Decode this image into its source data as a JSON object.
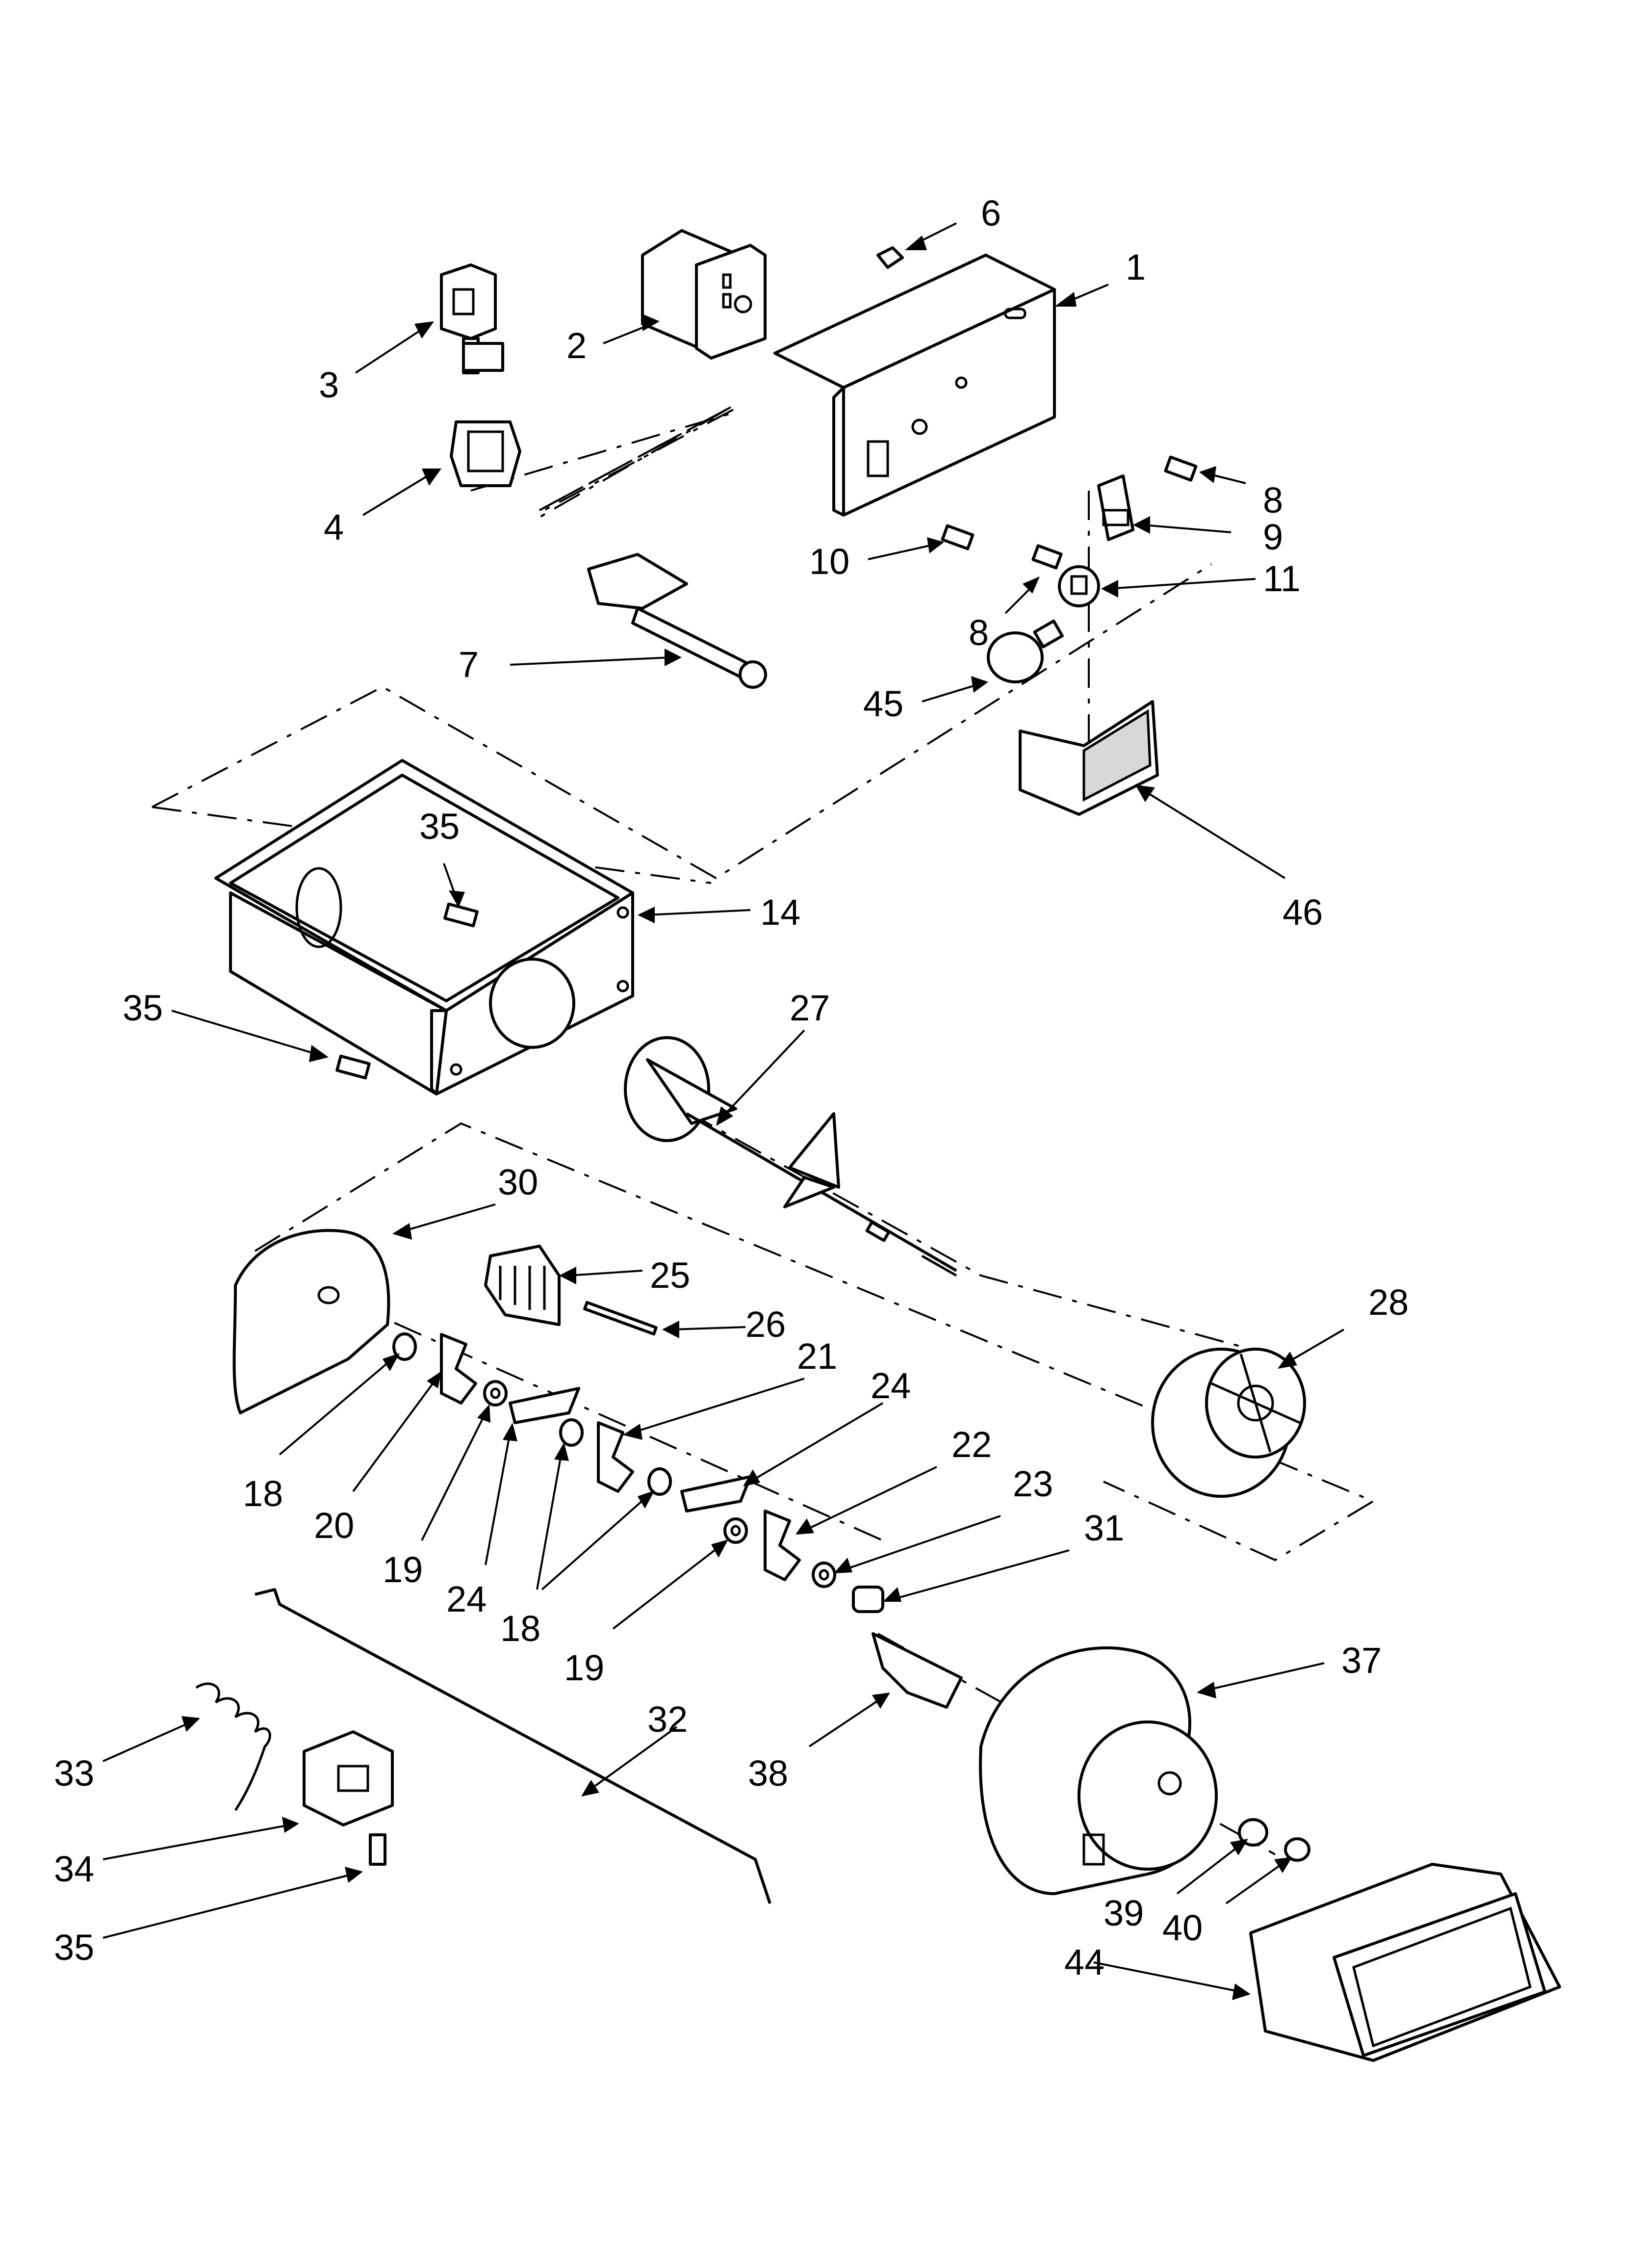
{
  "callouts": [
    {
      "id": "c1",
      "label": "1"
    },
    {
      "id": "c2",
      "label": "2"
    },
    {
      "id": "c3",
      "label": "3"
    },
    {
      "id": "c4",
      "label": "4"
    },
    {
      "id": "c6",
      "label": "6"
    },
    {
      "id": "c7",
      "label": "7"
    },
    {
      "id": "c8a",
      "label": "8"
    },
    {
      "id": "c8b",
      "label": "8"
    },
    {
      "id": "c9",
      "label": "9"
    },
    {
      "id": "c10",
      "label": "10"
    },
    {
      "id": "c11",
      "label": "11"
    },
    {
      "id": "c14",
      "label": "14"
    },
    {
      "id": "c18a",
      "label": "18"
    },
    {
      "id": "c18b",
      "label": "18"
    },
    {
      "id": "c19a",
      "label": "19"
    },
    {
      "id": "c19b",
      "label": "19"
    },
    {
      "id": "c20",
      "label": "20"
    },
    {
      "id": "c21",
      "label": "21"
    },
    {
      "id": "c22",
      "label": "22"
    },
    {
      "id": "c23",
      "label": "23"
    },
    {
      "id": "c24a",
      "label": "24"
    },
    {
      "id": "c24b",
      "label": "24"
    },
    {
      "id": "c25",
      "label": "25"
    },
    {
      "id": "c26",
      "label": "26"
    },
    {
      "id": "c27",
      "label": "27"
    },
    {
      "id": "c28",
      "label": "28"
    },
    {
      "id": "c30",
      "label": "30"
    },
    {
      "id": "c31",
      "label": "31"
    },
    {
      "id": "c32",
      "label": "32"
    },
    {
      "id": "c33",
      "label": "33"
    },
    {
      "id": "c34",
      "label": "34"
    },
    {
      "id": "c35a",
      "label": "35"
    },
    {
      "id": "c35b",
      "label": "35"
    },
    {
      "id": "c35c",
      "label": "35"
    },
    {
      "id": "c37",
      "label": "37"
    },
    {
      "id": "c38",
      "label": "38"
    },
    {
      "id": "c39",
      "label": "39"
    },
    {
      "id": "c40",
      "label": "40"
    },
    {
      "id": "c44",
      "label": "44"
    },
    {
      "id": "c45",
      "label": "45"
    },
    {
      "id": "c46",
      "label": "46"
    }
  ]
}
